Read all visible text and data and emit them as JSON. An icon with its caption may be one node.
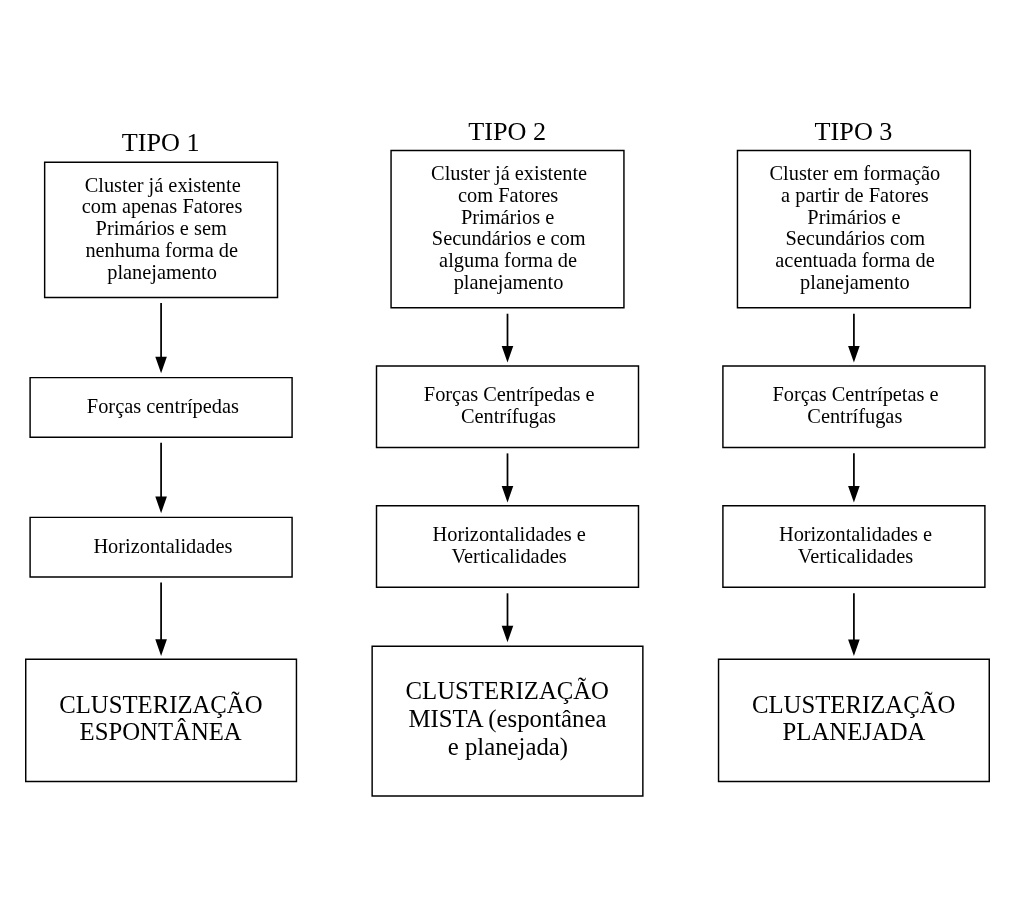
{
  "diagram": {
    "nodes": [
      {
        "text": [
          "TIPO 1",
          "Cluster já existente com apenas Fatores Primários e sem nenhuma forma de planejamento"
        ]
      },
      {
        "text": [
          "TIPO 2",
          "Cluster já existente com Fatores Primários e Secundários e com alguma forma de planejamento"
        ]
      },
      {
        "text": [
          "TIPO 3",
          "Cluster em formação a partir de Fatores Primários e Secundários com acentuada forma de planejamento"
        ]
      },
      {
        "text": [
          "Forças centrípedas"
        ]
      },
      {
        "text": [
          "Forças Centrípedas e Centrífugas"
        ]
      },
      {
        "text": [
          "Forças Centrípetas e Centrífugas"
        ]
      },
      {
        "text": [
          "Horizontalidades"
        ]
      },
      {
        "text": [
          "Horizontalidades e Verticalidades"
        ]
      },
      {
        "text": [
          "Horizontalidades e Verticalidades"
        ]
      },
      {
        "text": [
          "CLUSTERIZAÇÃO ESPONTÂNEA"
        ]
      },
      {
        "text": [
          "CLUSTERIZAÇÃO MISTA (espontânea e planejada)"
        ]
      },
      {
        "text": [
          "CLUSTERIZAÇÃO PLANEJADA"
        ]
      }
    ],
    "edges": [
      {
        "from": 0,
        "to": 3,
        "arrow": "to"
      },
      {
        "from": 3,
        "to": 6,
        "arrow": "to"
      },
      {
        "from": 6,
        "to": 9,
        "arrow": "to"
      },
      {
        "from": 1,
        "to": 4,
        "arrow": "to"
      },
      {
        "from": 4,
        "to": 7,
        "arrow": "to"
      },
      {
        "from": 7,
        "to": 10,
        "arrow": "to"
      },
      {
        "from": 2,
        "to": 5,
        "arrow": "to"
      },
      {
        "from": 5,
        "to": 8,
        "arrow": "to"
      },
      {
        "from": 8,
        "to": 11,
        "arrow": "to"
      }
    ]
  }
}
